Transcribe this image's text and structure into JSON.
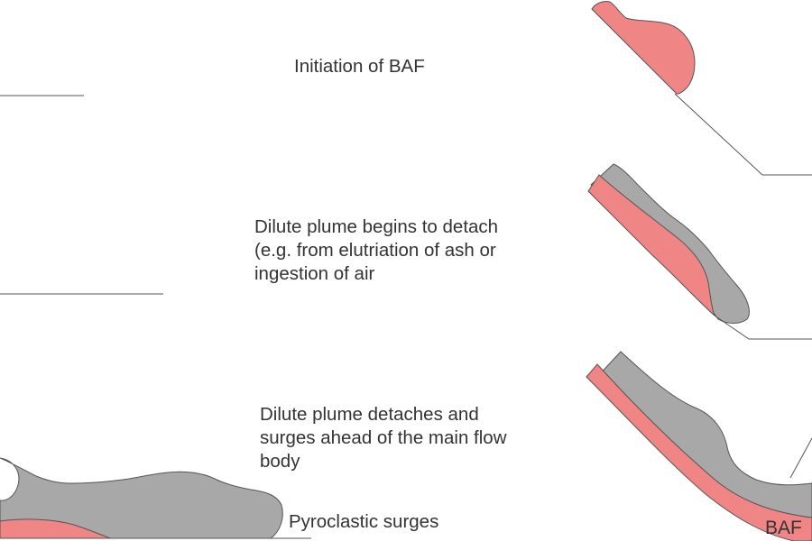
{
  "colors": {
    "baf_fill": "#f08585",
    "dilute_fill": "#a8a8a8",
    "outline": "#555555",
    "ground_line": "#555555",
    "text": "#333333"
  },
  "labels": {
    "initiation": "Initiation of BAF",
    "detach": [
      "Dilute plume begins to detach",
      "(e.g. from elutriation of ash or",
      "ingestion of air"
    ],
    "surge": [
      "Dilute plume detaches and",
      "surges ahead of the main flow",
      "body"
    ],
    "pyroclastic": "Pyroclastic surges",
    "baf": "BAF"
  }
}
